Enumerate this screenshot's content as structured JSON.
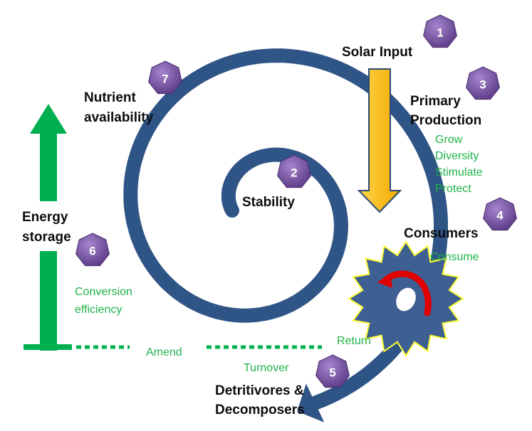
{
  "badges": [
    {
      "number": "1"
    },
    {
      "number": "2"
    },
    {
      "number": "3"
    },
    {
      "number": "4"
    },
    {
      "number": "5"
    },
    {
      "number": "6"
    },
    {
      "number": "7"
    }
  ],
  "labels": {
    "solar_input": "Solar Input",
    "primary_production_1": "Primary",
    "primary_production_2": "Production",
    "grow": "Grow",
    "diversity": "Diversity",
    "stimulate": "Stimulate",
    "protect": "Protect",
    "stability": "Stability",
    "consumers": "Consumers",
    "consume": "Consume",
    "return": "Return",
    "turnover": "Turnover",
    "detritivores_1": "Detritivores &",
    "detritivores_2": "Decomposers",
    "amend": "Amend",
    "conversion_1": "Conversion",
    "conversion_2": "efficiency",
    "energy_storage_1": "Energy",
    "energy_storage_2": "storage",
    "nutrient_1": "Nutrient",
    "nutrient_2": "availability"
  },
  "colors": {
    "spiral": "#2f5486",
    "solar_arrow": "#ffc000",
    "green": "#00b050",
    "badge": "#7551a0",
    "gear": "#3d5f92",
    "gear_outline": "#ffff33",
    "rotation_arrow": "#e00000"
  }
}
